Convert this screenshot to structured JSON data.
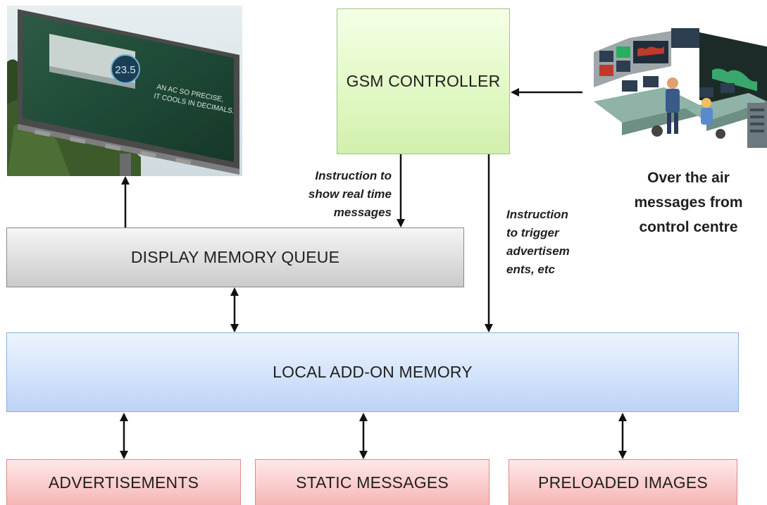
{
  "diagram": {
    "gsm_controller": "GSM CONTROLLER",
    "display_memory_queue": "DISPLAY MEMORY QUEUE",
    "local_addon_memory": "LOCAL ADD-ON MEMORY",
    "advertisements": "ADVERTISEMENTS",
    "static_messages": "STATIC MESSAGES",
    "preloaded_images": "PRELOADED IMAGES",
    "instruction_realtime": [
      "Instruction to",
      "show real time",
      "messages"
    ],
    "instruction_trigger": [
      "Instruction",
      "to trigger",
      "advertisem",
      "ents, etc"
    ],
    "ota_caption": [
      "Over the air",
      "messages from",
      "control centre"
    ]
  },
  "billboard": {
    "headline_line1": "AN AC SO PRECISE,",
    "headline_line2": "IT COOLS IN DECIMALS.",
    "temperature_display": "23.5"
  },
  "colors": {
    "gsm_fill": "#e2f9c5",
    "queue_fill": "#dedede",
    "local_memory_fill": "#d3e3fb",
    "source_fill": "#fbcdcd",
    "arrow": "#111111"
  }
}
